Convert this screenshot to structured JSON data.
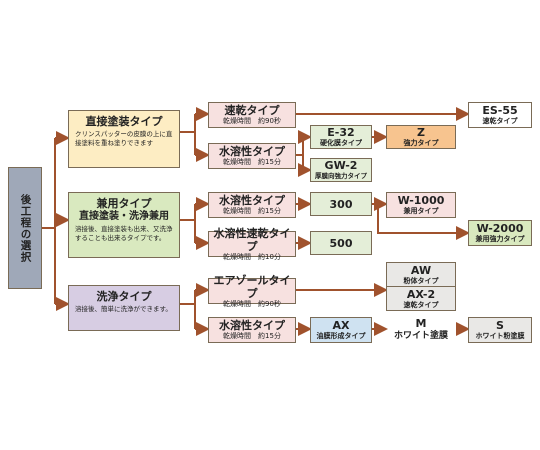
{
  "root": {
    "label": "後工程の選択"
  },
  "groups": [
    {
      "title": "直接塗装タイプ",
      "desc": "クリンスパッターの皮膜の上に直接塗料を重ね塗りできます",
      "items": [
        {
          "title": "速乾タイプ",
          "sub": "乾燥時間　約90秒"
        },
        {
          "title": "水溶性タイプ",
          "sub": "乾燥時間　約15分"
        }
      ]
    },
    {
      "title": "兼用タイプ",
      "title2": "直接塗装・洗浄兼用",
      "desc": "溶接後、直接塗装も出来、又洗浄することも出来るタイプです。",
      "items": [
        {
          "title": "水溶性タイプ",
          "sub": "乾燥時間　約15分"
        },
        {
          "title": "水溶性速乾タイプ",
          "sub": "乾燥時間　約10分"
        }
      ]
    },
    {
      "title": "洗浄タイプ",
      "desc": "溶接後、簡単に洗浄ができます。",
      "items": [
        {
          "title": "エアゾールタイプ",
          "sub": "乾燥時間　約90秒"
        },
        {
          "title": "水溶性タイプ",
          "sub": "乾燥時間　約15分"
        }
      ]
    }
  ],
  "products": {
    "es55": {
      "name": "ES-55",
      "desc": "速乾タイプ"
    },
    "e32": {
      "name": "E-32",
      "desc": "硬化膜タイプ"
    },
    "z": {
      "name": "Z",
      "desc": "強力タイプ"
    },
    "gw2": {
      "name": "GW-2",
      "desc": "厚膜向強力タイプ"
    },
    "p300": {
      "name": "300"
    },
    "w1000": {
      "name": "W-1000",
      "desc": "兼用タイプ"
    },
    "w2000": {
      "name": "W-2000",
      "desc": "兼用強力タイプ"
    },
    "p500": {
      "name": "500"
    },
    "aw": {
      "name": "AW",
      "desc": "粉体タイプ"
    },
    "ax2": {
      "name": "AX-2",
      "desc": "速乾タイプ"
    },
    "ax": {
      "name": "AX",
      "desc": "油膜形成タイプ"
    },
    "m": {
      "name": "M",
      "desc": "ホワイト塗膜"
    },
    "s": {
      "name": "S",
      "desc": "ホワイト粉塗膜"
    }
  },
  "colors": {
    "line": "#a0522d",
    "border": "#7a6b56"
  }
}
